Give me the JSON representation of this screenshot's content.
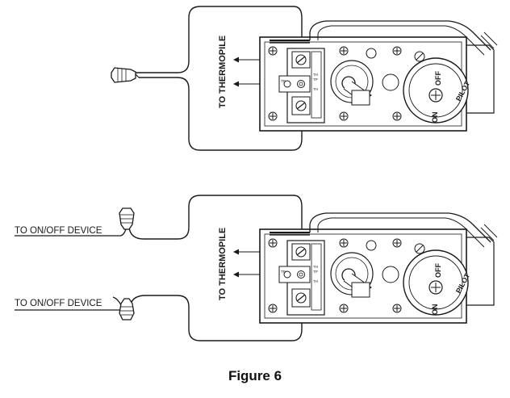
{
  "caption": "Figure 6",
  "top_diagram": {
    "thermopile_label": "TO THERMOPILE",
    "terminal_labels": [
      "TH",
      "TP",
      "TP",
      "TH"
    ],
    "knob_labels": [
      "ON",
      "OFF",
      "PILOT"
    ]
  },
  "bottom_diagram": {
    "thermopile_label": "TO THERMOPILE",
    "device_label_upper": "TO ON/OFF DEVICE",
    "device_label_lower": "TO ON/OFF DEVICE",
    "terminal_labels": [
      "TH",
      "TP",
      "TP",
      "TH"
    ],
    "knob_labels": [
      "ON",
      "OFF",
      "PILOT"
    ]
  }
}
